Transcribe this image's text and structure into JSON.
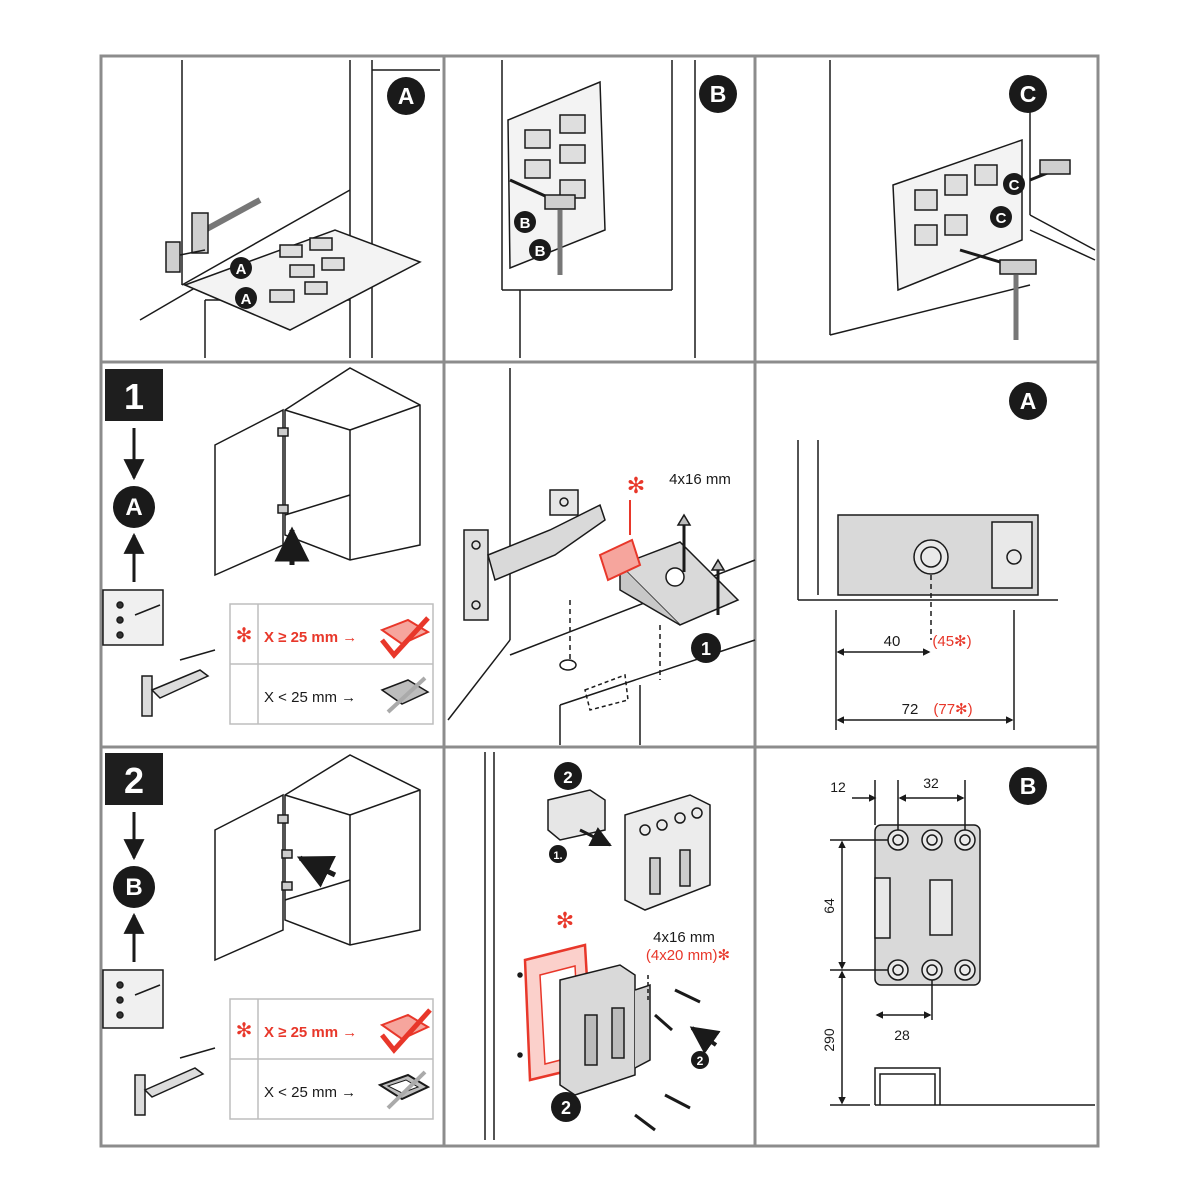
{
  "letters": {
    "a": "A",
    "b": "B",
    "c": "C"
  },
  "steps": {
    "one": "1",
    "two": "2"
  },
  "callouts": {
    "one": "1",
    "two": "2",
    "one_dot": "1."
  },
  "conditions": {
    "ge": "X ≥ 25 mm →",
    "lt": "X < 25 mm →",
    "asterisk": "✻"
  },
  "screws": {
    "s1": "4x16 mm",
    "s2": "4x16 mm",
    "s2_alt": "(4x20 mm)✻"
  },
  "dims_a": {
    "d40": "40",
    "d40_alt": "(45✻)",
    "d72": "72",
    "d72_alt": "(77✻)"
  },
  "dims_b": {
    "d12": "12",
    "d32": "32",
    "d64": "64",
    "d290": "290",
    "d28": "28"
  },
  "colors": {
    "grid": "#8c8c8c",
    "ink": "#1a1a1a",
    "red": "#e8372a",
    "fill": "#d9d9d9",
    "step_bg": "#1e1e1e"
  }
}
